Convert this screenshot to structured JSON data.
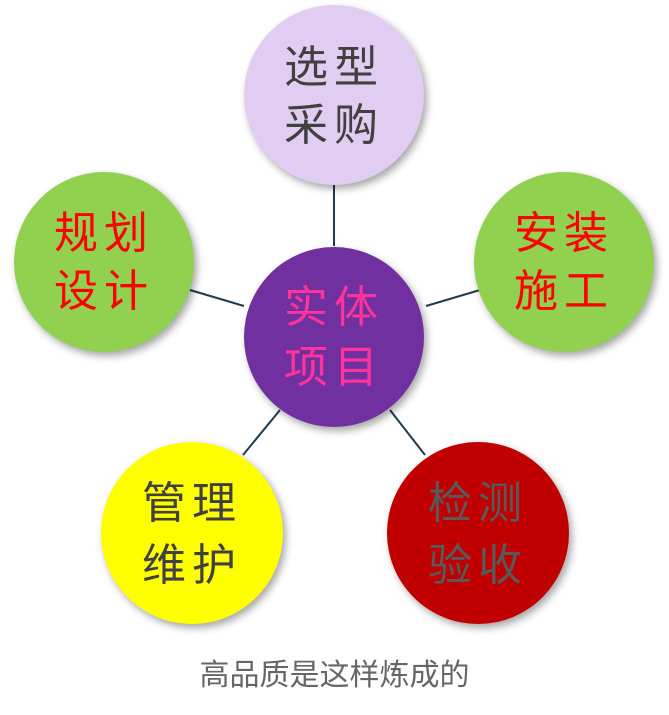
{
  "diagram": {
    "connector_color": "#1f3b4d",
    "center": {
      "line1": "实体",
      "line2": "项目",
      "fill": "#7030a0",
      "text_color": "#ff3399"
    },
    "nodes": [
      {
        "id": "selection",
        "line1": "选型",
        "line2": "采购",
        "fill": "#e2cdf2",
        "text_color": "#404040"
      },
      {
        "id": "installation",
        "line1": "安装",
        "line2": "施工",
        "fill": "#92d050",
        "text_color": "#ff0000"
      },
      {
        "id": "inspection",
        "line1": "检测",
        "line2": "验收",
        "fill": "#c00000",
        "text_color": "#595959"
      },
      {
        "id": "maintenance",
        "line1": "管理",
        "line2": "维护",
        "fill": "#ffff00",
        "text_color": "#404040"
      },
      {
        "id": "planning",
        "line1": "规划",
        "line2": "设计",
        "fill": "#92d050",
        "text_color": "#ff0000"
      }
    ]
  },
  "caption": "高品质是这样炼成的"
}
